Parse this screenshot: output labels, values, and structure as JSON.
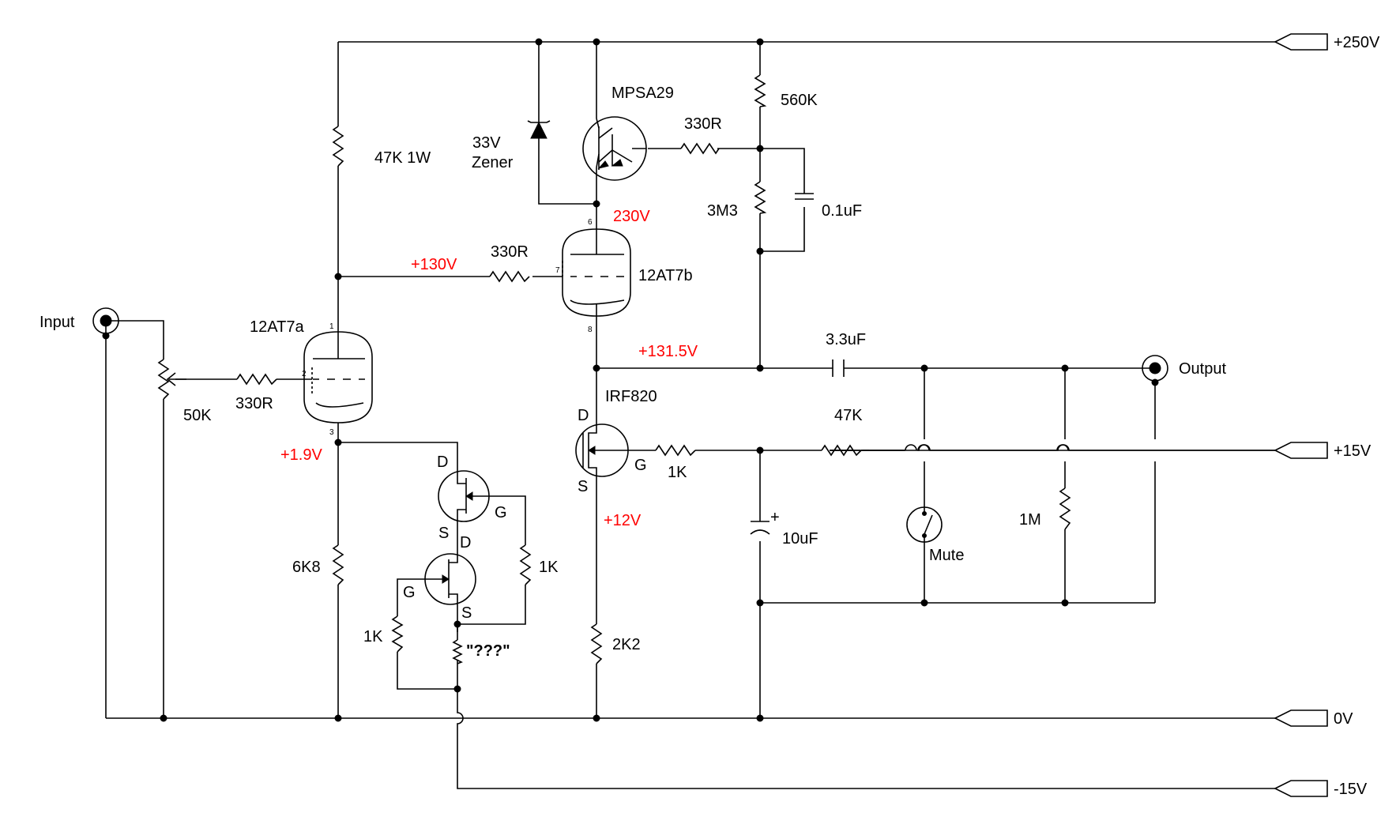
{
  "rails": {
    "plus250": "+250V",
    "plus15": "+15V",
    "zero": "0V",
    "minus15": "-15V"
  },
  "connectors": {
    "input": "Input",
    "output": "Output"
  },
  "components": {
    "r_47k_1w": "47K 1W",
    "r_330r_top": "330R",
    "r_560k": "560K",
    "r_3m3": "3M3",
    "c_0_1uf": "0.1uF",
    "zener_value": "33V",
    "zener_label": "Zener",
    "q_mpsa29": "MPSA29",
    "tube_b": "12AT7b",
    "tube_a": "12AT7a",
    "r_330r_grid_b": "330R",
    "r_330r_grid_a": "330R",
    "pot_50k": "50K",
    "c_3_3uf": "3.3uF",
    "mosfet_irf820": "IRF820",
    "r_47k": "47K",
    "r_1k_gate": "1K",
    "c_10uf": "10uF",
    "c_10uf_plus": "+",
    "sw_mute": "Mute",
    "r_1m": "1M",
    "r_6k8": "6K8",
    "r_2k2": "2K2",
    "r_1k_jfet1": "1K",
    "r_1k_jfet2": "1K",
    "r_unknown": "\"???\""
  },
  "pins": {
    "d": "D",
    "g": "G",
    "s": "S",
    "p1": "1",
    "p2": "2",
    "p3": "3",
    "p6": "6",
    "p7": "7",
    "p8": "8"
  },
  "voltages": {
    "v230": "230V",
    "v130": "+130V",
    "v131_5": "+131.5V",
    "v1_9": "+1.9V",
    "v12": "+12V"
  },
  "colors": {
    "wire": "#000000",
    "voltage_annotation": "#ff0000",
    "background": "#ffffff"
  }
}
